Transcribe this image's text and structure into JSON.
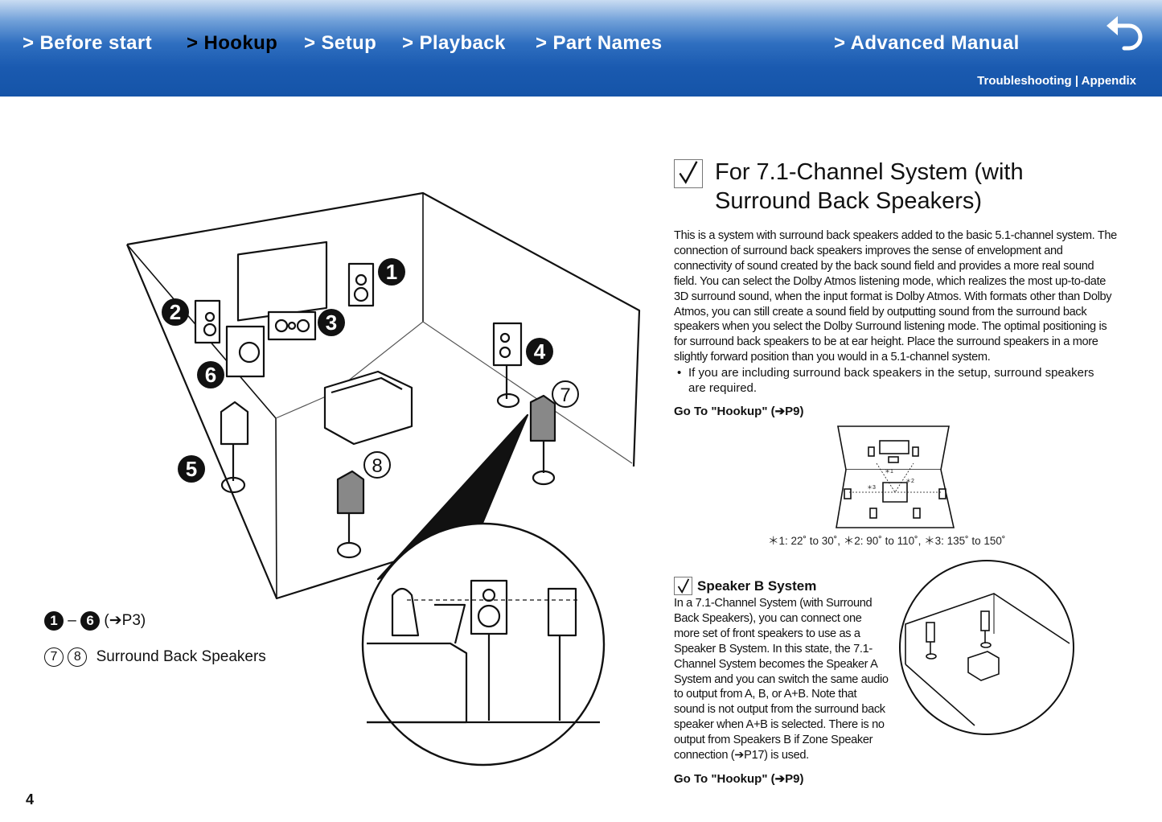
{
  "nav": {
    "items": [
      {
        "label": "> Before start",
        "active": false
      },
      {
        "label": "> Hookup",
        "active": true
      },
      {
        "label": "> Setup",
        "active": false
      },
      {
        "label": "> Playback",
        "active": false
      },
      {
        "label": "> Part Names",
        "active": false
      }
    ],
    "advanced": "> Advanced Manual",
    "troubleshooting": "Troubleshooting",
    "separator": "|",
    "appendix": "Appendix",
    "back_icon": "back-arrow-icon"
  },
  "section": {
    "title": "For 7.1-Channel System (with Surround Back Speakers)",
    "body": "This is a system with surround back speakers added to the basic 5.1-channel system. The connection of surround back speakers improves the sense of envelopment and connectivity of sound created by the back sound field and provides a more real sound field. You can select the Dolby Atmos listening mode, which realizes the most up-to-date 3D surround sound, when the input format is Dolby Atmos. With formats other than Dolby Atmos, you can still create a sound field by outputting sound from the surround back speakers when you select the Dolby Surround listening mode. The optimal positioning is for surround back speakers to be at ear height. Place the surround speakers in a more slightly forward position than you would in a 5.1-channel system.",
    "bullet": "If you are including surround back speakers in the setup, surround speakers are required.",
    "goto": "Go To \"Hookup\" (➔P9)",
    "angles": "＊1: 22˚ to 30˚, ＊2: 90˚ to 110˚, ＊3: 135˚ to 150˚"
  },
  "speaker_b": {
    "title": "Speaker B System",
    "body": "In a 7.1-Channel System (with Surround Back Speakers), you can connect one more set of front speakers to use as a Speaker B System. In this state, the 7.1-Channel System becomes the Speaker A System and you can switch the same audio to output from A, B, or A+B. Note that sound is not output from the surround back speaker when A+B is selected. There is no output from Speakers B if Zone Speaker connection (➔P17) is used.",
    "goto": "Go To \"Hookup\" (➔P9)"
  },
  "legend": {
    "range_start": "1",
    "dash": "–",
    "range_end": "6",
    "range_ref": "(➔P3)",
    "n7": "7",
    "n8": "8",
    "surround_back": "Surround Back Speakers"
  },
  "diagram": {
    "markers": [
      "1",
      "2",
      "3",
      "4",
      "5",
      "6",
      "7",
      "8"
    ],
    "mini_marks": [
      "＊1",
      "＊2",
      "＊3"
    ]
  },
  "page_number": "4",
  "colors": {
    "header_blue": "#1a5ab0",
    "active_nav": "#000000",
    "nav_text": "#ffffff"
  }
}
